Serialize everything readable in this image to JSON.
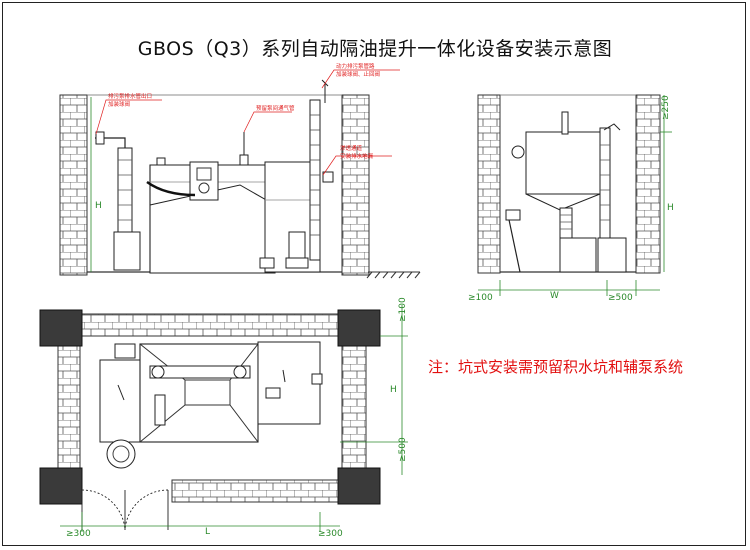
{
  "title": "GBOS（Q3）系列自动隔油提升一体化设备安装示意图",
  "note": "注：坑式安装需预留积水坑和辅泵系统",
  "front_view": {
    "label_height": "H",
    "callouts": [
      "排污泵排水管出口",
      "加装球阀",
      "预留泵间通气管",
      "动力排污泵管路",
      "加装球阀、止回阀",
      "渗透通道",
      "安装排水地漏"
    ]
  },
  "side_view": {
    "dim_top": "≥250",
    "dim_height": "H",
    "dim_left": "≥100",
    "dim_width": "W",
    "dim_right": "≥500"
  },
  "plan_view": {
    "dim_top": "≥100",
    "dim_height": "H",
    "dim_side": "≥500",
    "dim_left": "≥300",
    "dim_length": "L",
    "dim_right": "≥300"
  }
}
